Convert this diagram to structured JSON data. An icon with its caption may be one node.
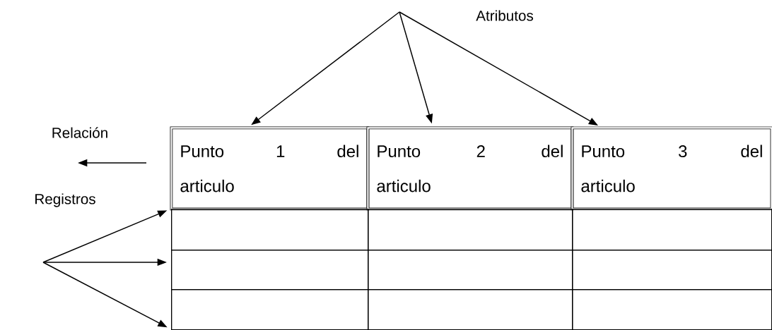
{
  "diagram": {
    "nodes": [
      {
        "text": [
          "Punto 1 del articulo"
        ]
      },
      {
        "text": [
          "Punto 2 del articulo"
        ]
      },
      {
        "text": [
          "Punto 3 del articulo"
        ]
      },
      {
        "text": [],
        "shape": "box"
      },
      {
        "text": [],
        "shape": "box"
      },
      {
        "text": [],
        "shape": "box"
      },
      {
        "text": [],
        "shape": "box"
      },
      {
        "text": [],
        "shape": "box"
      },
      {
        "text": [],
        "shape": "box"
      },
      {
        "text": [],
        "shape": "box"
      },
      {
        "text": [],
        "shape": "box"
      },
      {
        "text": [],
        "shape": "box"
      }
    ],
    "edges": [
      {
        "from": null,
        "to": 0,
        "arrow": "to"
      },
      {
        "from": null,
        "to": 1,
        "arrow": "to"
      },
      {
        "from": null,
        "to": 2,
        "arrow": "to"
      },
      {
        "from": null,
        "to": 3,
        "arrow": "to"
      },
      {
        "from": null,
        "to": 6,
        "arrow": "to"
      },
      {
        "from": null,
        "to": 9,
        "arrow": "to"
      }
    ],
    "labels": [
      "Atributos",
      "Relación",
      "Registros"
    ]
  }
}
